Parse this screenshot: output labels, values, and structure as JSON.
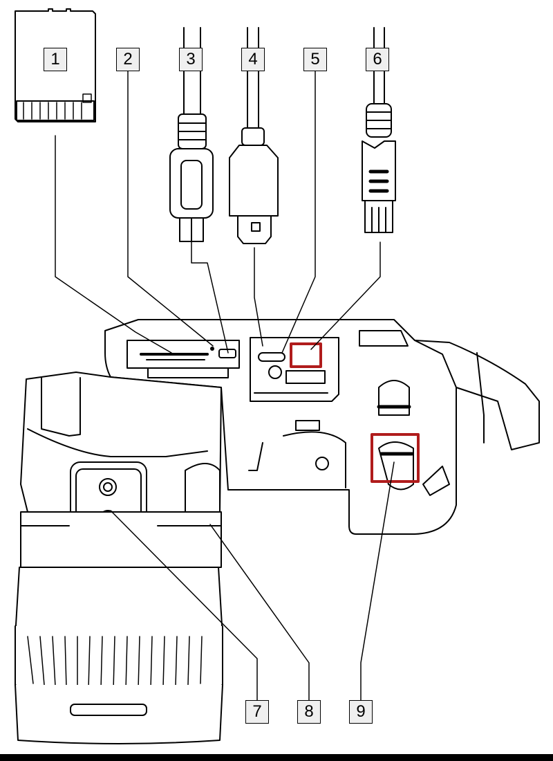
{
  "callouts": [
    {
      "label": "1"
    },
    {
      "label": "2"
    },
    {
      "label": "3"
    },
    {
      "label": "4"
    },
    {
      "label": "5"
    },
    {
      "label": "6"
    },
    {
      "label": "7"
    },
    {
      "label": "8"
    },
    {
      "label": "9"
    }
  ],
  "colors": {
    "stroke": "#000000",
    "callout_fill": "#efefef",
    "highlight": "#b01c1c"
  }
}
